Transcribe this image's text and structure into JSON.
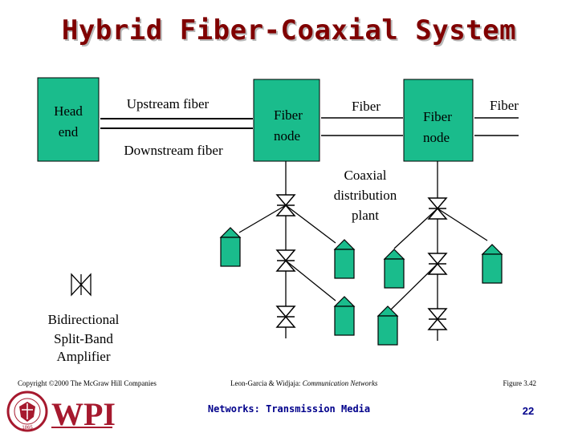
{
  "title": "Hybrid Fiber-Coaxial System",
  "colors": {
    "box_fill": "#1abc8c",
    "title": "#800000",
    "footer_text": "#00008b",
    "wpi": "#a6192e"
  },
  "diagram": {
    "head_end": [
      "Head",
      "end"
    ],
    "upstream_fiber": "Upstream fiber",
    "downstream_fiber": "Downstream fiber",
    "fiber_node_1": [
      "Fiber",
      "node"
    ],
    "fiber_middle": "Fiber",
    "fiber_node_2": [
      "Fiber",
      "node"
    ],
    "fiber_right": "Fiber",
    "coaxial_plant": [
      "Coaxial",
      "distribution",
      "plant"
    ],
    "amplifier_legend": [
      "Bidirectional",
      "Split-Band",
      "Amplifier"
    ]
  },
  "footer": {
    "copyright": "Copyright ©2000 The McGraw Hill Companies",
    "citation_prefix": "Leon-Garcia & Widjaja:",
    "citation_title": "Communication Networks",
    "figure": "Figure 3.42",
    "subtitle": "Networks: Transmission Media",
    "page_number": "22",
    "logo_text": "WPI",
    "seal_year": "1865"
  }
}
